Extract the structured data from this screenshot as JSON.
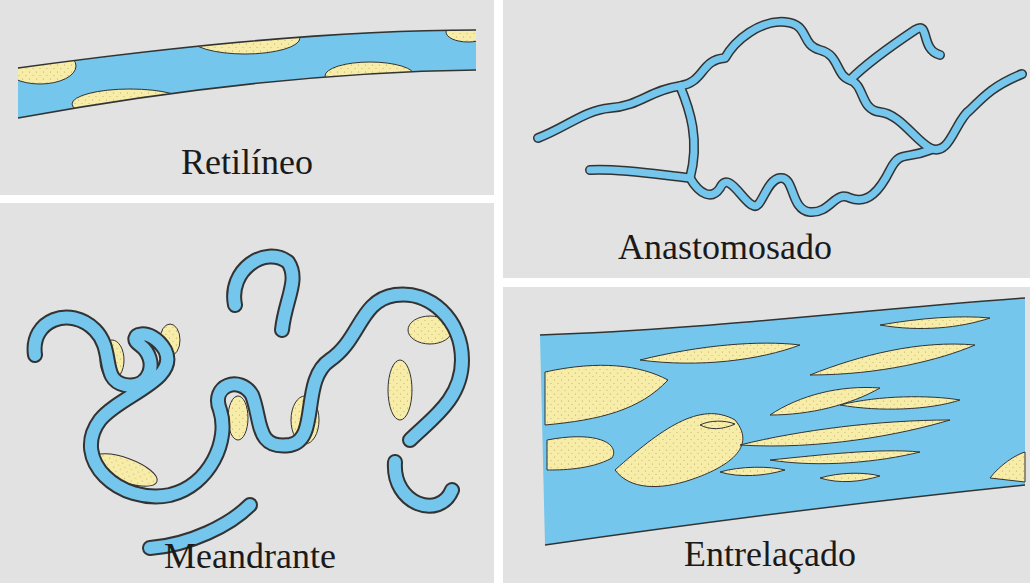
{
  "diagram": {
    "nodes": [
      {
        "text": [
          "Retilíneo"
        ]
      },
      {
        "text": [
          "Anastomosado"
        ]
      },
      {
        "text": [
          "Meandrante"
        ]
      },
      {
        "text": [
          "Entrelaçado"
        ]
      }
    ]
  }
}
